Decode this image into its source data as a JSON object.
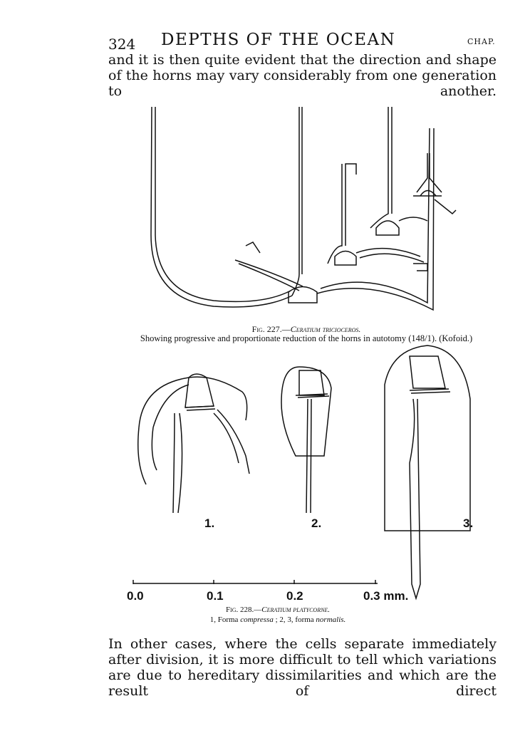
{
  "header": {
    "page_number": "324",
    "running_title": "DEPTHS OF THE OCEAN",
    "chapter_mark": "CHAP."
  },
  "paragraph_1": "and it is then quite evident that the direction and shape of the horns may vary considerably from one generation to another.",
  "figure_227": {
    "title_prefix": "Fig. 227.—",
    "title_species": "Ceratium tricioceros.",
    "subcaption": "Showing progressive and proportionate reduction of the horns in autotomy (148/1).   (Kofoid.)"
  },
  "figure_228": {
    "specimen_labels": [
      "1.",
      "2.",
      "3."
    ],
    "scale_ticks": [
      "0.0",
      "0.1",
      "0.2",
      "0.3 mm."
    ],
    "title_prefix": "Fig. 228.—",
    "title_species": "Ceratium platycorne.",
    "sub_1": "1, Forma ",
    "sub_1_italic": "compressa",
    "sub_2": " ;  2, 3, forma ",
    "sub_2_italic": "normalis."
  },
  "paragraph_2": "In other cases, where the cells separate immediately after division, it is more difficult to tell which variations are due to hereditary dissimilarities and which are the result of direct"
}
